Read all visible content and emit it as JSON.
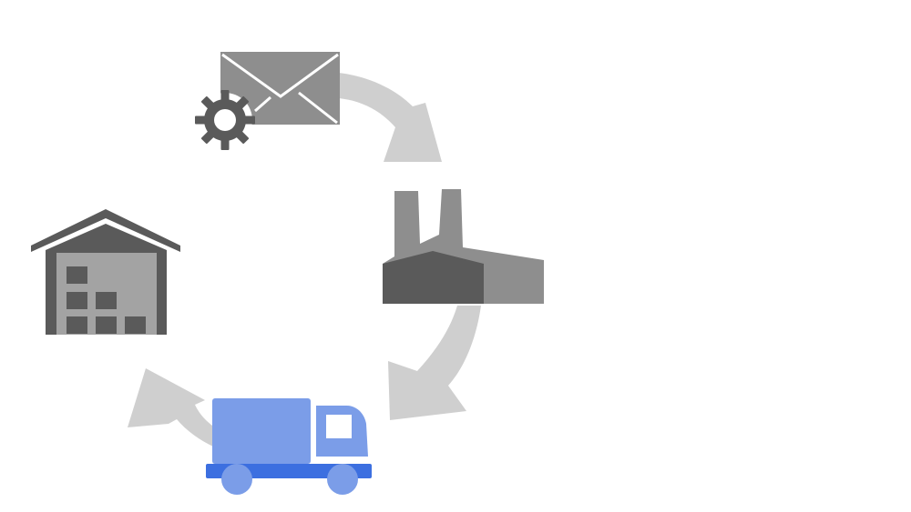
{
  "diagram": {
    "type": "cycle",
    "nodes": [
      {
        "id": "order",
        "icon": "envelope-with-gear-icon"
      },
      {
        "id": "factory",
        "icon": "factory-icon"
      },
      {
        "id": "delivery",
        "icon": "delivery-truck-icon"
      },
      {
        "id": "warehouse",
        "icon": "warehouse-icon"
      }
    ],
    "edges": [
      {
        "from": "order",
        "to": "factory"
      },
      {
        "from": "factory",
        "to": "delivery"
      },
      {
        "from": "delivery",
        "to": "warehouse"
      }
    ],
    "colors": {
      "arrow": "#cfcfcf",
      "icon_dark": "#5a5a5a",
      "icon_mid": "#8e8e8e",
      "icon_light": "#a3a3a3",
      "truck_body": "#7b9de8",
      "truck_base": "#3c6fe0"
    }
  }
}
